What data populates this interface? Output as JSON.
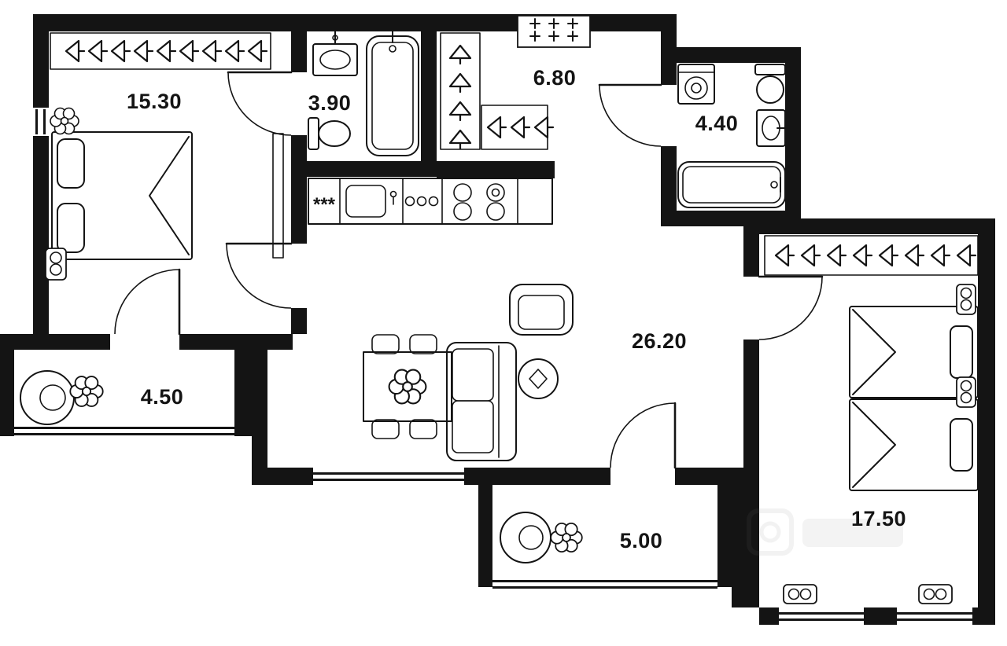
{
  "floorplan": {
    "title": "apartment-floor-plan",
    "rooms": [
      {
        "name": "bedroom-1",
        "area": "15.30"
      },
      {
        "name": "bathroom-1",
        "area": "3.90"
      },
      {
        "name": "hallway",
        "area": "6.80"
      },
      {
        "name": "bathroom-2",
        "area": "4.40"
      },
      {
        "name": "living-room-kitchen",
        "area": "26.20"
      },
      {
        "name": "loggia-1",
        "area": "4.50"
      },
      {
        "name": "balcony-2",
        "area": "5.00"
      },
      {
        "name": "bedroom-2",
        "area": "17.50"
      }
    ],
    "symbols": {
      "counter_marks": "***"
    },
    "fixtures": [
      "wardrobe",
      "double-bed",
      "single-bed",
      "bathtub",
      "sink",
      "toilet",
      "washing-machine",
      "kitchen-counter",
      "hob",
      "dining-table",
      "chair",
      "sofa",
      "armchair",
      "coffee-table",
      "plant",
      "radiator",
      "window",
      "door"
    ],
    "colors": {
      "wall": "#141414",
      "background": "#ffffff",
      "text": "#141414"
    }
  }
}
